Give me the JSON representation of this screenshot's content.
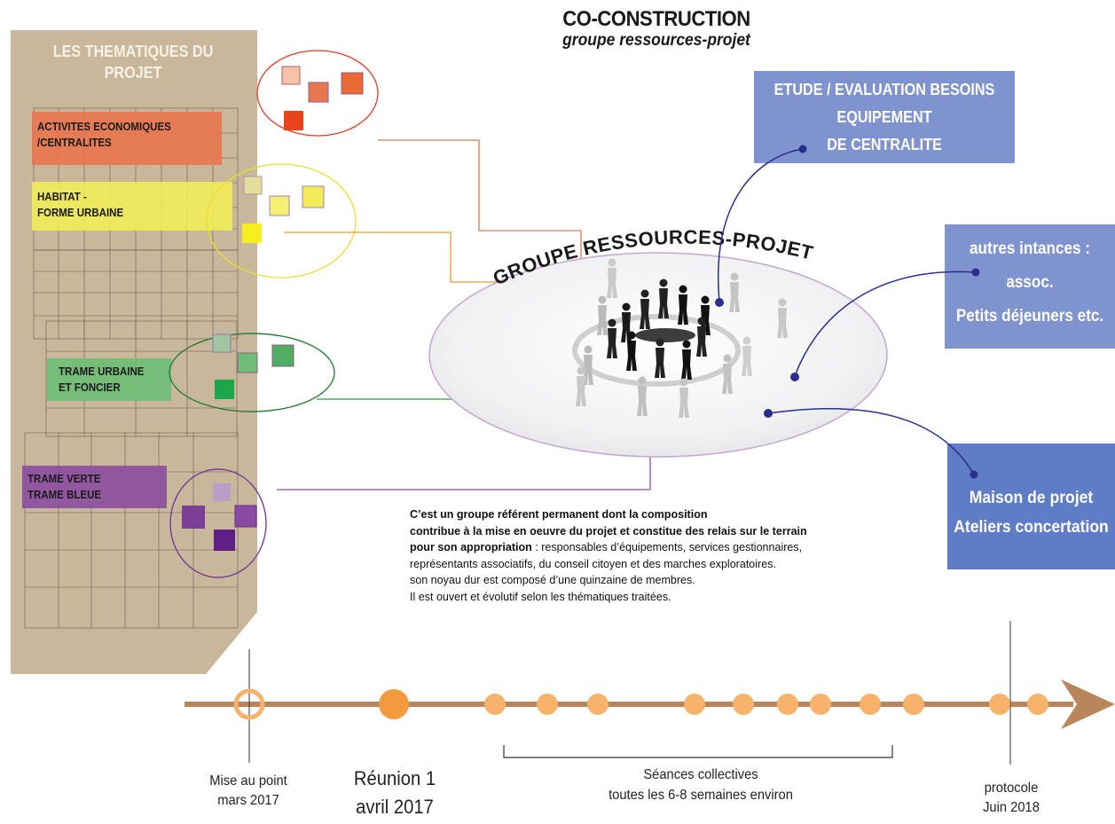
{
  "header": {
    "title": "CO-CONSTRUCTION",
    "subtitle": "groupe ressources-projet"
  },
  "themes_panel": {
    "title_line1": "LES THEMATIQUES DU",
    "title_line2": "PROJET",
    "themes": [
      {
        "label": "ACTIVITES ECONOMIQUES\n/CENTRALITES",
        "color": "#e8764f"
      },
      {
        "label": "HABITAT -\nFORME URBAINE",
        "color": "#f2ec5a"
      },
      {
        "label": "TRAME URBAINE\nET FONCIER",
        "color": "#6fbd77"
      },
      {
        "label": "TRAME VERTE\nTRAME BLEUE",
        "color": "#8c4f9f"
      }
    ]
  },
  "center": {
    "arc_label": "GROUPE RESSOURCES-PROJET",
    "description": {
      "line1": "C’est un groupe référent permanent dont la composition",
      "line2": "contribue à la mise en oeuvre du projet et constitue des relais sur le terrain",
      "line3_bold": "pour son appropriation",
      "line3_rest": " :  responsables d’équipements, services gestionnaires,",
      "line4": "représentants associatifs, du conseil citoyen et des marches exploratoires.",
      "line5": "son noyau dur est composé d’une quinzaine de membres.",
      "line6": "Il est ouvert et évolutif selon les thématiques traitées."
    }
  },
  "right_boxes": {
    "etude": "ETUDE / EVALUATION BESOINS\nEQUIPEMENT\nDE CENTRALITE",
    "autres": "autres intances :\nassoc.\nPetits déjeuners etc.",
    "maison": "Maison de projet\nAteliers concertation"
  },
  "timeline": {
    "mise_au_point": "Mise au point\nmars 2017",
    "reunion": "Réunion 1\navril 2017",
    "seances": "Séances collectives\ntoutes les 6-8 semaines environ",
    "protocole": "protocole\nJuin 2018"
  },
  "colors": {
    "panel": "#c9b79b",
    "box_blue": "#7f93cf",
    "timeline_line": "#b8865a",
    "timeline_dot": "#f7b26b",
    "reunion_dot": "#f49a3e",
    "connector_dot": "#2a2f8c"
  }
}
